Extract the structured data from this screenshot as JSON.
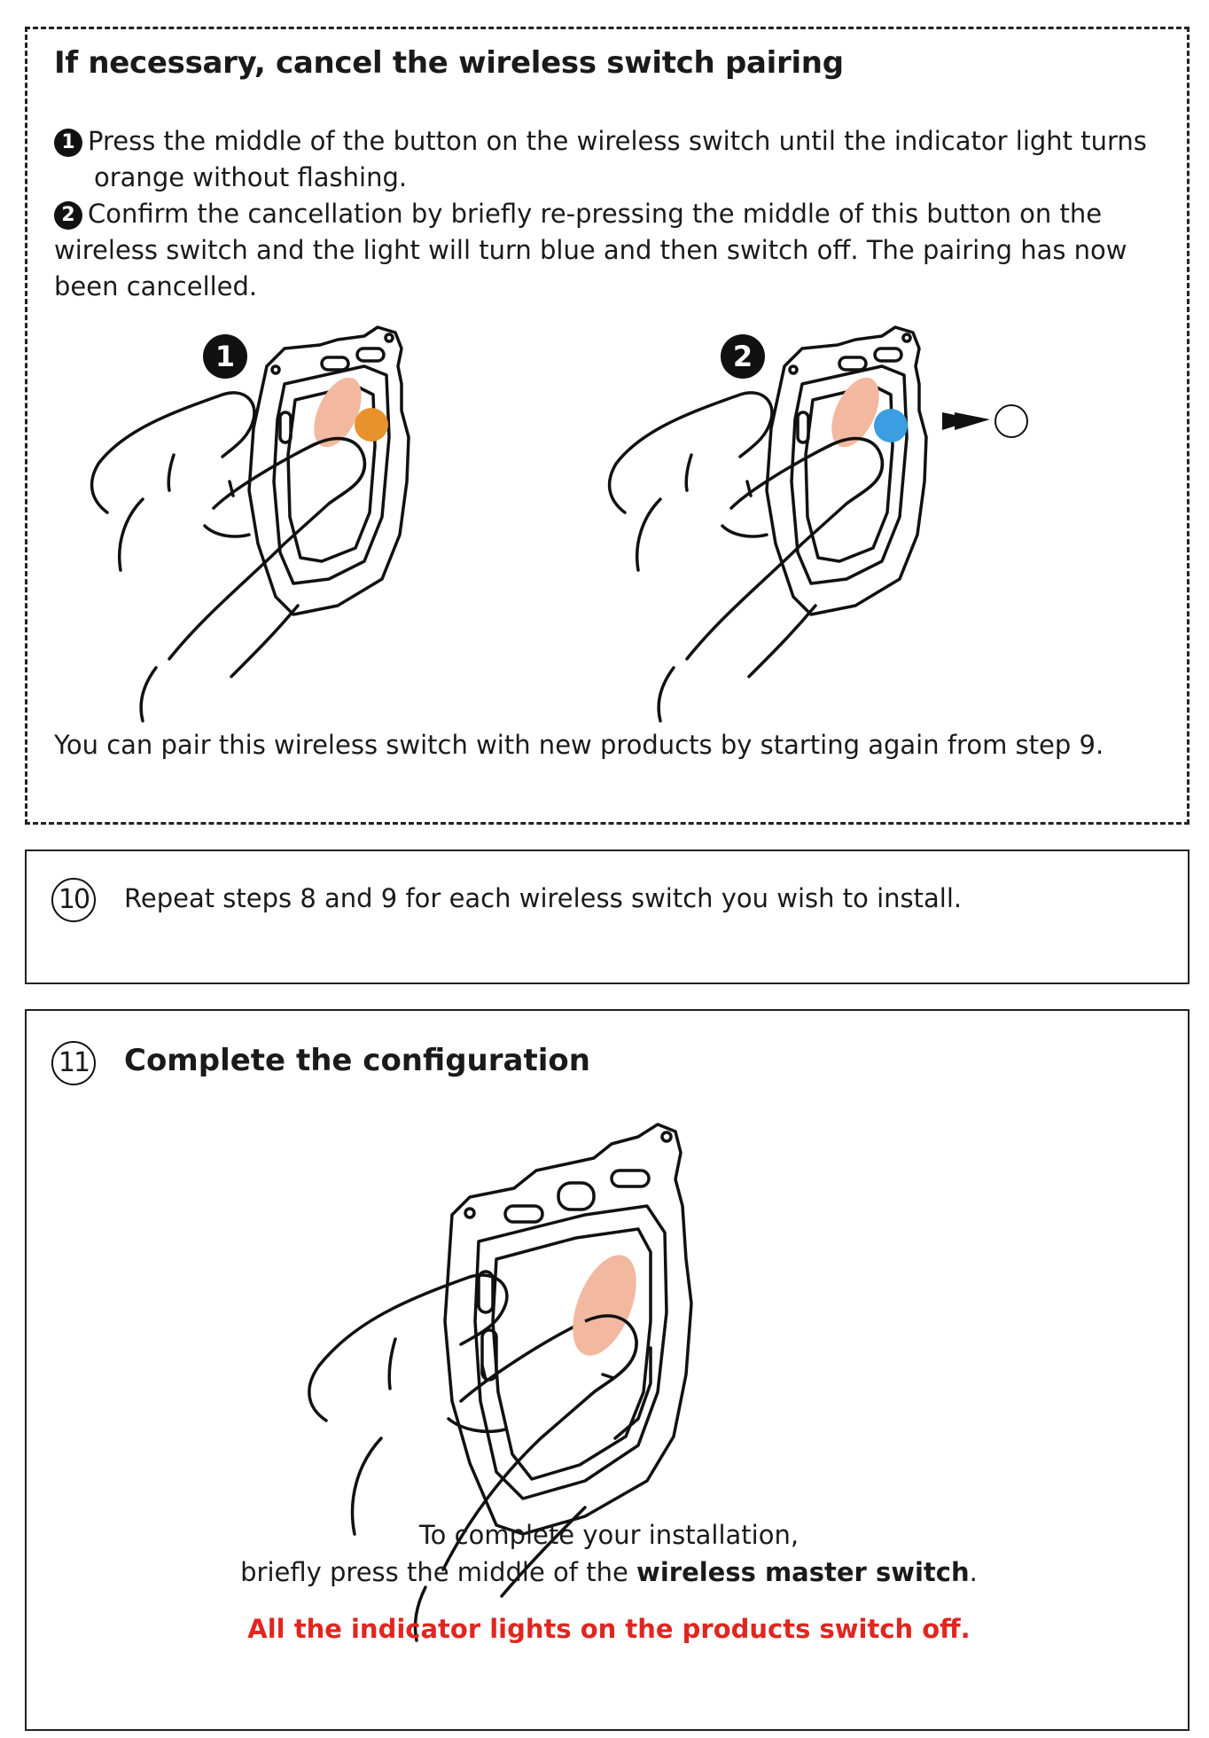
{
  "cancel_section": {
    "title": "If necessary, cancel the wireless switch pairing",
    "step1_num": "1",
    "step1_text": "Press the middle of the button on the wireless switch until the indicator light turns",
    "step1_text_cont": "orange without flashing.",
    "step2_num": "2",
    "step2_text": "Confirm the cancellation by briefly re-pressing the middle of this button on the",
    "step2_text_cont1": "wireless switch and the light will turn blue and then switch off. The pairing has now",
    "step2_text_cont2": "been cancelled.",
    "illustration_1_label": "1",
    "illustration_2_label": "2",
    "indicator_colors": {
      "orange": "#e8922e",
      "blue": "#3a9ee0",
      "off": "#ffffff"
    },
    "press_zone_color": "#f2b8a0",
    "footnote": "You can pair this wireless switch with new products by starting again from step 9."
  },
  "step10": {
    "number": "10",
    "text": "Repeat steps 8 and 9 for each wireless switch you wish to install."
  },
  "step11": {
    "number": "11",
    "title": "Complete the configuration",
    "line1": "To complete your installation,",
    "line2_prefix": "briefly press the middle of the ",
    "line2_bold": "wireless master switch",
    "line2_suffix": ".",
    "warning": "All the indicator lights on the products switch off.",
    "warning_color": "#e0261f"
  }
}
